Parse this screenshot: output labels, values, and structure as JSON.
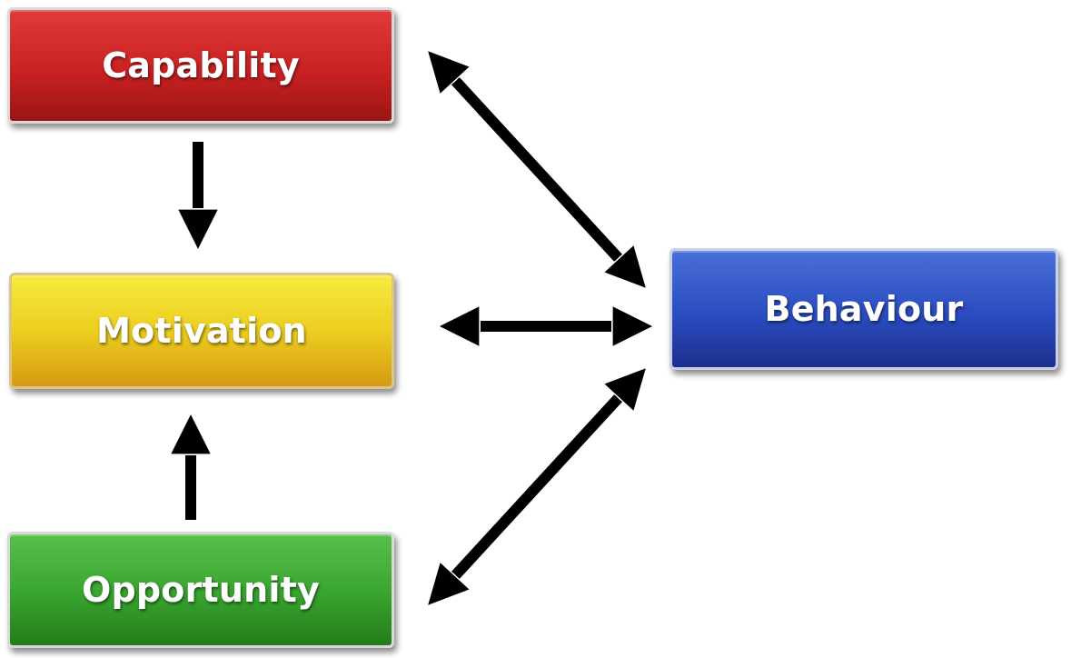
{
  "diagram": {
    "nodes": {
      "capability": {
        "label": "Capability",
        "color": "#c92222"
      },
      "motivation": {
        "label": "Motivation",
        "color": "#ecce20"
      },
      "opportunity": {
        "label": "Opportunity",
        "color": "#38a42e"
      },
      "behaviour": {
        "label": "Behaviour",
        "color": "#2a4cc0"
      }
    },
    "edges": [
      {
        "from": "capability",
        "to": "motivation",
        "direction": "one-way"
      },
      {
        "from": "opportunity",
        "to": "motivation",
        "direction": "one-way"
      },
      {
        "from": "capability",
        "to": "behaviour",
        "direction": "two-way"
      },
      {
        "from": "motivation",
        "to": "behaviour",
        "direction": "two-way"
      },
      {
        "from": "opportunity",
        "to": "behaviour",
        "direction": "two-way"
      }
    ],
    "arrow_color": "#000000"
  }
}
